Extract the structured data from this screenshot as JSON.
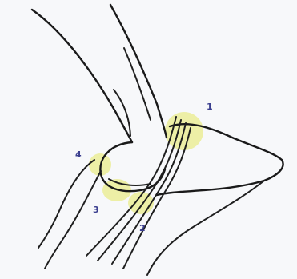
{
  "markers": [
    {
      "id": "marker-1",
      "label": "1"
    },
    {
      "id": "marker-2",
      "label": "2"
    },
    {
      "id": "marker-3",
      "label": "3"
    },
    {
      "id": "marker-4",
      "label": "4"
    }
  ],
  "colors": {
    "highlight": "#e6ea6e",
    "label": "#3b3f8f",
    "ink": "#1a1a1a",
    "background": "#f7f8fa"
  }
}
